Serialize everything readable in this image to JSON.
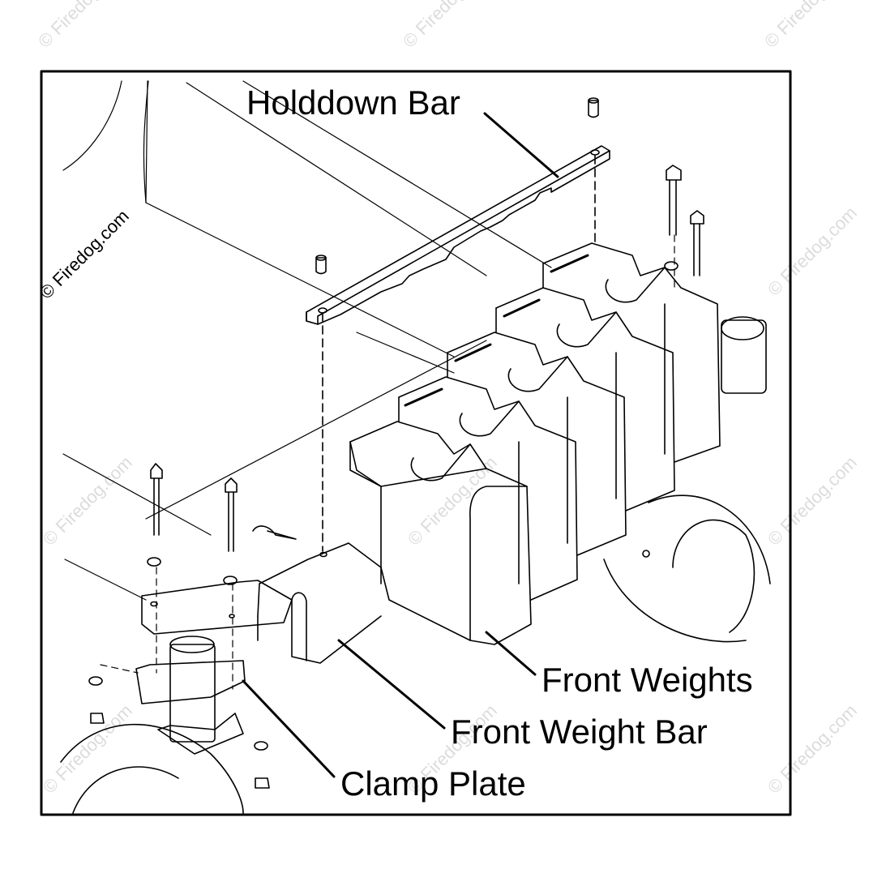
{
  "watermark": {
    "text": "© Firedog.com"
  },
  "labels": {
    "holddown_bar": "Holddown Bar",
    "front_weights": "Front Weights",
    "front_weight_bar": "Front Weight Bar",
    "clamp_plate": "Clamp Plate"
  },
  "colors": {
    "line": "#000000",
    "background": "#ffffff",
    "watermark": "#d8d8d8"
  }
}
